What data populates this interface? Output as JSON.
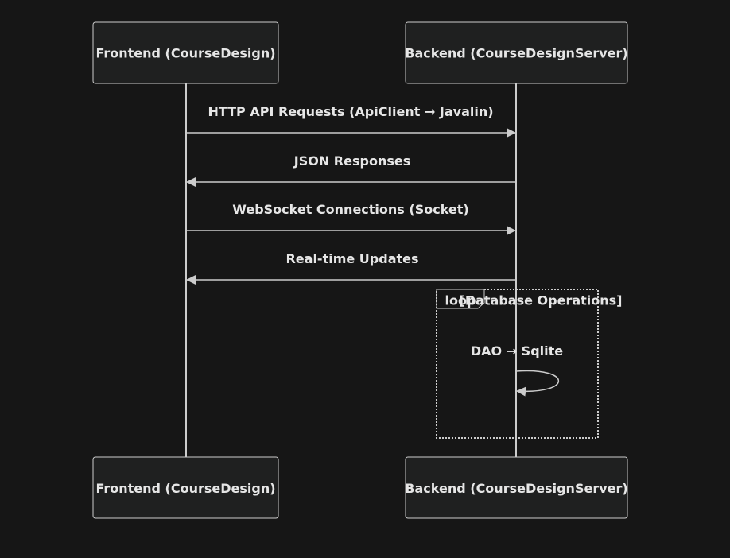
{
  "participants": {
    "frontend": "Frontend (CourseDesign)",
    "backend": "Backend (CourseDesignServer)"
  },
  "messages": [
    {
      "label": "HTTP API Requests (ApiClient → Javalin)",
      "from": "frontend",
      "to": "backend"
    },
    {
      "label": "JSON Responses",
      "from": "backend",
      "to": "frontend"
    },
    {
      "label": "WebSocket Connections (Socket)",
      "from": "frontend",
      "to": "backend"
    },
    {
      "label": "Real-time Updates",
      "from": "backend",
      "to": "frontend"
    }
  ],
  "loop": {
    "keyword": "loop",
    "condition": "[Database Operations]",
    "self_message": {
      "label": "DAO → Sqlite",
      "participant": "backend"
    }
  },
  "colors": {
    "background": "#161616",
    "box_fill": "#1f2020",
    "stroke": "#cccccc",
    "text": "#e6e6e6"
  }
}
